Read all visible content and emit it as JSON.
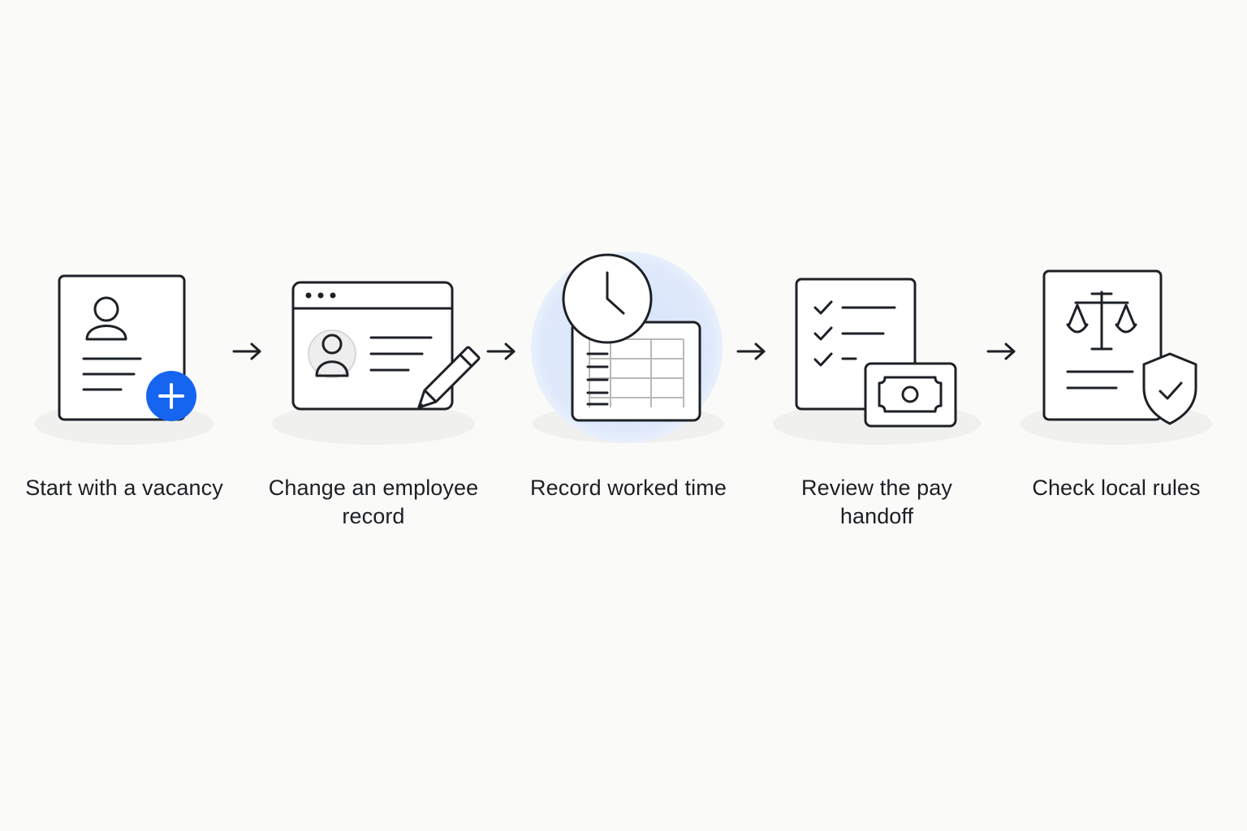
{
  "colors": {
    "background": "#fafaf8",
    "ink": "#1d2126",
    "accent_blue": "#1565f0",
    "highlight_blue": "#dfe9fb"
  },
  "steps": [
    {
      "label": "Start with a vacancy",
      "icon": "document-person-plus-icon"
    },
    {
      "label": "Change an employee record",
      "icon": "profile-window-pencil-icon"
    },
    {
      "label": "Record worked time",
      "icon": "clock-timesheet-icon",
      "highlighted": true
    },
    {
      "label": "Review the pay handoff",
      "icon": "checklist-banknote-icon"
    },
    {
      "label": "Check local rules",
      "icon": "scales-shield-document-icon"
    }
  ],
  "connector_icon": "arrow-right-icon"
}
